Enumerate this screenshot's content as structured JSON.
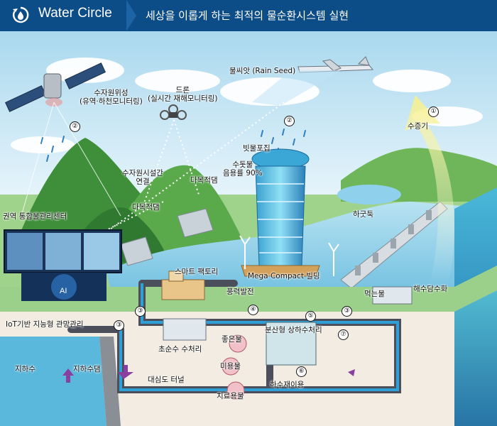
{
  "header": {
    "title": "Water Circle",
    "subtitle": "세상을 이롭게 하는 최적의 물순환시스템 실현",
    "brand_color": "#0d4d87"
  },
  "labels": {
    "satellite": "수자원위성",
    "satellite_sub": "(유역·하천모니터링)",
    "drone": "드론",
    "drone_sub": "(실시간 재해모니터링)",
    "rain_seed": "물씨앗 (Rain Seed)",
    "evaporation": "수증기",
    "rain_collection": "빗물포집",
    "tap_water": "수돗물",
    "drinking_rate": "음용률 90%",
    "water_facility": "수자원시설간",
    "water_facility_sub": "연결",
    "multipurpose_dam_1": "다목적댐",
    "multipurpose_dam_2": "다목적댐",
    "river_weir": "하굿둑",
    "control_center": "권역 통합물관리센터",
    "ai": "AI",
    "smart_factory": "스마트 팩토리",
    "mega_compact": "Mega Compact 빌딩",
    "wind_power": "풍력발전",
    "drinking_water": "먹는물",
    "desalination": "해수담수화",
    "iot_management": "IoT기반 지능형 관망관리",
    "ultrapure": "초순수 수처리",
    "good_water": "좋은물",
    "distributed_treatment": "분산형 상하수처리",
    "beauty_water": "미용물",
    "groundwater": "지하수",
    "underground_dam": "지하수댐",
    "deep_tunnel": "대심도 터널",
    "therapy_water": "치료용물",
    "sewage_reuse": "하수재이용"
  },
  "markers": {
    "m1": "①",
    "m2a": "②",
    "m2b": "②",
    "m3a": "③",
    "m3b": "③",
    "m3c": "③",
    "m4": "④",
    "m5": "⑤",
    "m6": "⑥",
    "m7": "⑦"
  }
}
